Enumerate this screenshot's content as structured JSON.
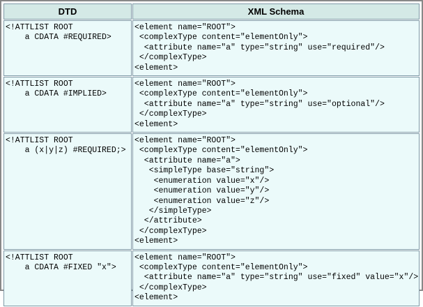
{
  "table": {
    "headers": [
      {
        "label": "DTD"
      },
      {
        "label": "XML Schema"
      }
    ],
    "colors": {
      "header_background": "#d4e9e6",
      "cell_background": "#ebfafa",
      "cell_border": "#7e99a6",
      "outer_frame": "#888888",
      "text": "#000000"
    },
    "rows": [
      {
        "dtd": "<!ATTLIST ROOT\n    a CDATA #REQUIRED>",
        "schema": "<element name=\"ROOT\">\n <complexType content=\"elementOnly\">\n  <attribute name=\"a\" type=\"string\" use=\"required\"/>\n </complexType>\n<element>"
      },
      {
        "dtd": "<!ATTLIST ROOT\n    a CDATA #IMPLIED>",
        "schema": "<element name=\"ROOT\">\n <complexType content=\"elementOnly\">\n  <attribute name=\"a\" type=\"string\" use=\"optional\"/>\n </complexType>\n<element>"
      },
      {
        "dtd": "<!ATTLIST ROOT\n    a (x|y|z) #REQUIRED;>",
        "schema": "<element name=\"ROOT\">\n <complexType content=\"elementOnly\">\n  <attribute name=\"a\">\n   <simpleType base=\"string\">\n    <enumeration value=\"x\"/>\n    <enumeration value=\"y\"/>\n    <enumeration value=\"z\"/>\n   </simpleType>\n  </attribute>\n </complexType>\n<element>"
      },
      {
        "dtd": "<!ATTLIST ROOT\n    a CDATA #FIXED \"x\">",
        "schema": "<element name=\"ROOT\">\n <complexType content=\"elementOnly\">\n  <attribute name=\"a\" type=\"string\" use=\"fixed\" value=\"x\"/>\n </complexType>\n<element>"
      }
    ]
  }
}
